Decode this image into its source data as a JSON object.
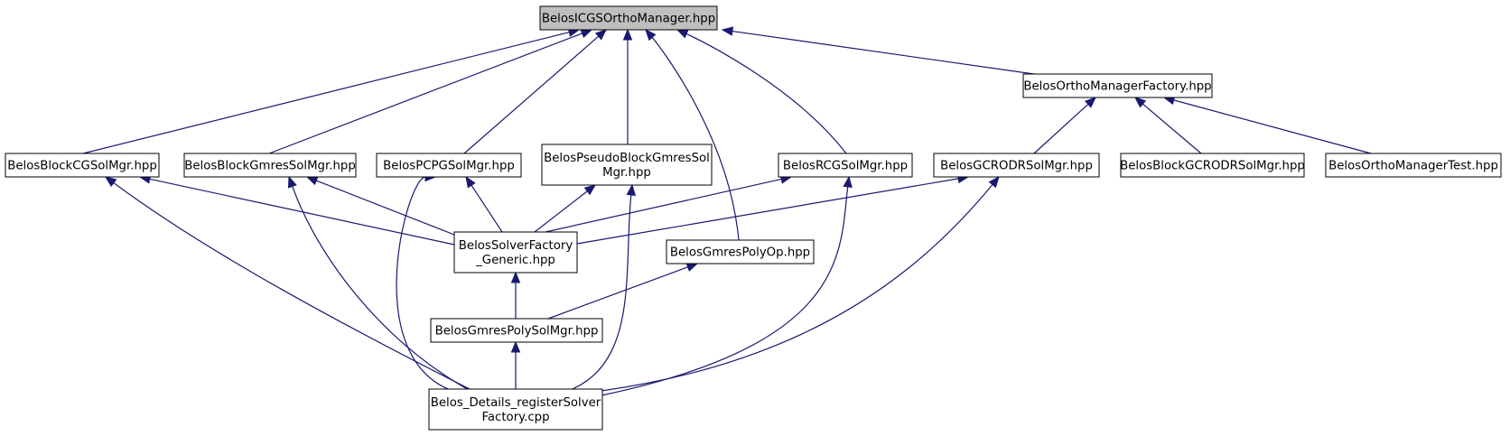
{
  "diagram": {
    "type": "include-dependency-graph",
    "colors": {
      "edge": "#191970",
      "node_fill": "#ffffff",
      "root_fill": "#bfbfbf",
      "border": "#000000"
    },
    "nodes": [
      {
        "id": "root",
        "lines": [
          "BelosICGSOrthoManager.hpp"
        ],
        "highlighted": true
      },
      {
        "id": "factory",
        "lines": [
          "BelosOrthoManagerFactory.hpp"
        ]
      },
      {
        "id": "blockcg",
        "lines": [
          "BelosBlockCGSolMgr.hpp"
        ]
      },
      {
        "id": "blockgmres",
        "lines": [
          "BelosBlockGmresSolMgr.hpp"
        ]
      },
      {
        "id": "pcpg",
        "lines": [
          "BelosPCPGSolMgr.hpp"
        ]
      },
      {
        "id": "pseudo",
        "lines": [
          "BelosPseudoBlockGmresSol",
          "Mgr.hpp"
        ]
      },
      {
        "id": "rcg",
        "lines": [
          "BelosRCGSolMgr.hpp"
        ]
      },
      {
        "id": "gcrodr",
        "lines": [
          "BelosGCRODRSolMgr.hpp"
        ]
      },
      {
        "id": "blockgcrodr",
        "lines": [
          "BelosBlockGCRODRSolMgr.hpp"
        ]
      },
      {
        "id": "orthotest",
        "lines": [
          "BelosOrthoManagerTest.hpp"
        ]
      },
      {
        "id": "solverfactory",
        "lines": [
          "BelosSolverFactory",
          "_Generic.hpp"
        ]
      },
      {
        "id": "polyop",
        "lines": [
          "BelosGmresPolyOp.hpp"
        ]
      },
      {
        "id": "polysolmgr",
        "lines": [
          "BelosGmresPolySolMgr.hpp"
        ]
      },
      {
        "id": "details",
        "lines": [
          "Belos_Details_registerSolver",
          "Factory.cpp"
        ]
      }
    ],
    "edges": [
      {
        "from": "blockcg",
        "to": "root"
      },
      {
        "from": "blockgmres",
        "to": "root"
      },
      {
        "from": "pcpg",
        "to": "root"
      },
      {
        "from": "pseudo",
        "to": "root"
      },
      {
        "from": "polyop",
        "to": "root"
      },
      {
        "from": "rcg",
        "to": "root"
      },
      {
        "from": "factory",
        "to": "root"
      },
      {
        "from": "gcrodr",
        "to": "factory"
      },
      {
        "from": "blockgcrodr",
        "to": "factory"
      },
      {
        "from": "orthotest",
        "to": "factory"
      },
      {
        "from": "solverfactory",
        "to": "blockcg"
      },
      {
        "from": "solverfactory",
        "to": "blockgmres"
      },
      {
        "from": "solverfactory",
        "to": "pcpg"
      },
      {
        "from": "solverfactory",
        "to": "pseudo"
      },
      {
        "from": "solverfactory",
        "to": "rcg"
      },
      {
        "from": "solverfactory",
        "to": "gcrodr"
      },
      {
        "from": "polysolmgr",
        "to": "solverfactory"
      },
      {
        "from": "polysolmgr",
        "to": "polyop"
      },
      {
        "from": "details",
        "to": "polysolmgr"
      },
      {
        "from": "details",
        "to": "blockcg"
      },
      {
        "from": "details",
        "to": "blockgmres"
      },
      {
        "from": "details",
        "to": "pcpg"
      },
      {
        "from": "details",
        "to": "pseudo"
      },
      {
        "from": "details",
        "to": "rcg"
      },
      {
        "from": "details",
        "to": "gcrodr"
      }
    ]
  }
}
